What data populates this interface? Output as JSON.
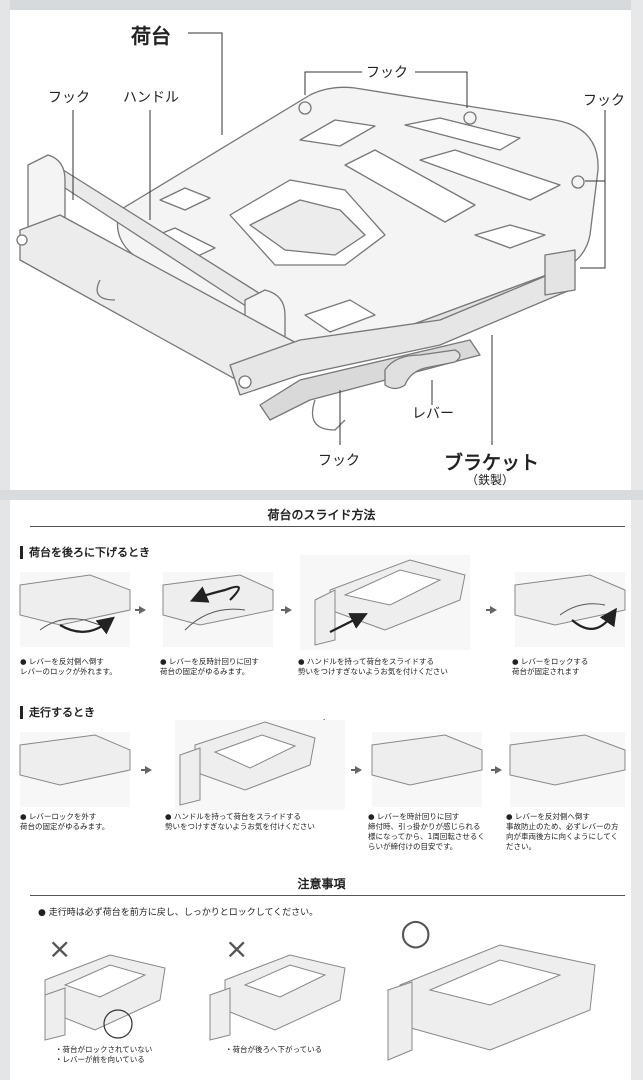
{
  "top_diagram": {
    "title_cargo": "荷台",
    "label_hook_left": "フック",
    "label_handle": "ハンドル",
    "label_hook_top": "フック",
    "label_hook_right": "フック",
    "label_lever": "レバー",
    "label_hook_bottom": "フック",
    "label_bracket": "ブラケット",
    "label_bracket_material": "（鉄製）"
  },
  "slide_section": {
    "title": "荷台のスライド方法",
    "back_heading": "荷台を後ろに下げるとき",
    "back_steps": [
      {
        "title": "● レバーを反対側へ倒す",
        "note": "レバーのロックが外れます。"
      },
      {
        "title": "● レバーを反時計回りに回す",
        "note": "荷台の固定がゆるみます。"
      },
      {
        "title": "● ハンドルを持って荷台をスライドする",
        "note": "勢いをつけすぎないようお気を付けください"
      },
      {
        "title": "● レバーをロックする",
        "note": "荷台が固定されます"
      }
    ],
    "drive_heading": "走行するとき",
    "drive_steps": [
      {
        "title": "● レバーロックを外す",
        "note": "荷台の固定がゆるみます。"
      },
      {
        "title": "● ハンドルを持って荷台をスライドする",
        "note": "勢いをつけすぎないようお気を付けください"
      },
      {
        "title": "● レバーを時計回りに回す",
        "note_lines": [
          "締付時、引っ掛かりが感じられる",
          "様になってから、1周回転させるく",
          "らいが締付けの目安です。"
        ]
      },
      {
        "title": "● レバーを反対側へ倒す",
        "note_lines": [
          "事故防止のため、必ずレバーの方",
          "向が車両後方に向くようにしてく",
          "ださい。"
        ]
      }
    ]
  },
  "caution_section": {
    "title": "注意事項",
    "main_note": "● 走行時は必ず荷台を前方に戻し、しっかりとロックしてください。",
    "examples": [
      {
        "mark": "×",
        "notes": [
          "・荷台がロックされていない",
          "・レバーが前を向いている"
        ]
      },
      {
        "mark": "×",
        "notes": [
          "・荷台が後ろへ下がっている"
        ]
      },
      {
        "mark": "○",
        "notes": []
      }
    ]
  }
}
